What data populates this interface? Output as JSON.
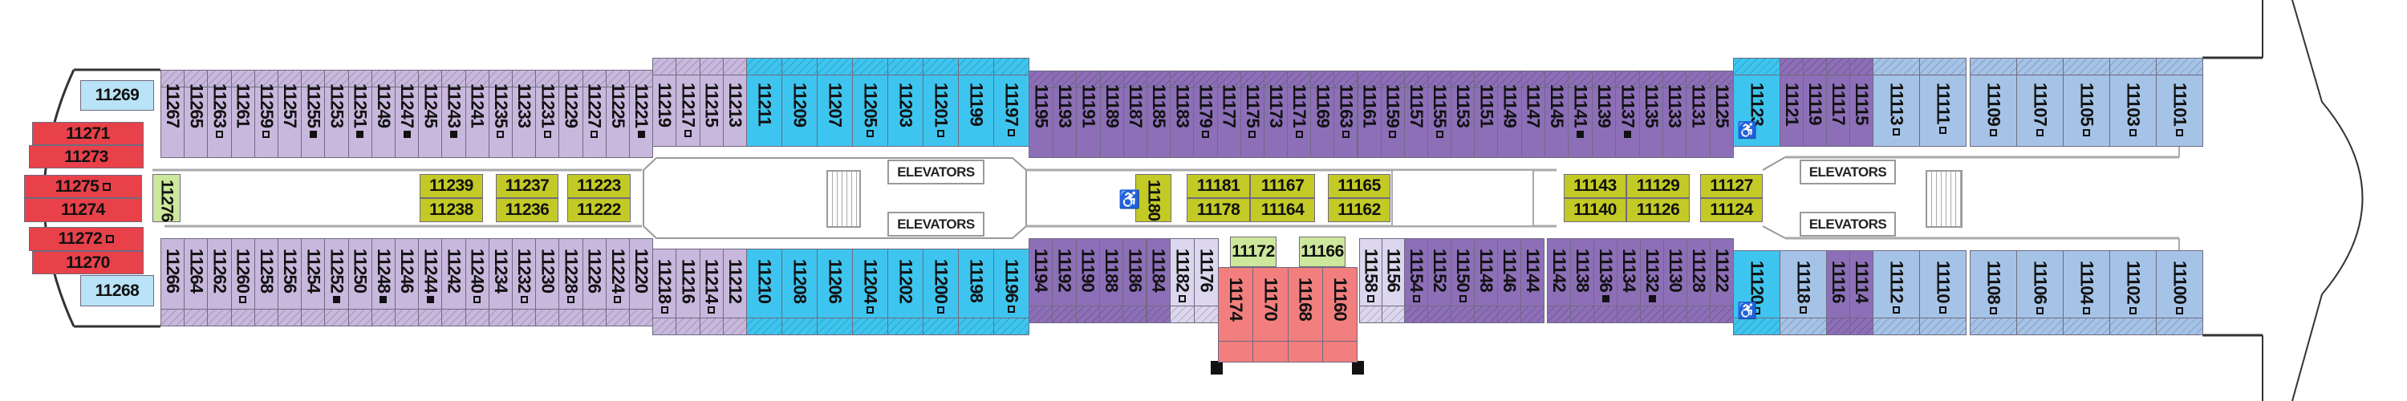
{
  "colors": {
    "light_purple": "#c9b8dd",
    "dark_purple": "#8d6fb8",
    "cyan": "#3ec5ef",
    "light_blue": "#a5c3e7",
    "pale_blue": "#b9e3f6",
    "red": "#e8414a",
    "salmon": "#f27e7e",
    "olive": "#c3ca26",
    "light_green": "#cde79c",
    "lavender": "#dcd7ee"
  },
  "elevators_label": "ELEVATORS",
  "top_groups": [
    {
      "id": "tl1",
      "color": "light_purple",
      "cabins": [
        "11267",
        "11265",
        "11263",
        "11261",
        "11259"
      ]
    },
    {
      "id": "tl2",
      "color": "light_purple",
      "cabins": [
        "11257",
        "11255",
        "11253",
        "11251",
        "11249",
        "11247",
        "11245",
        "11243",
        "11241",
        "11235",
        "11233",
        "11231",
        "11229",
        "11227",
        "11225",
        "11221"
      ]
    },
    {
      "id": "tl3",
      "color": "light_purple",
      "cabins": [
        "11219",
        "11217",
        "11215",
        "11213"
      ]
    },
    {
      "id": "tblue",
      "color": "cyan",
      "cabins": [
        "11211",
        "11209",
        "11207",
        "11205",
        "11203",
        "11201",
        "11199",
        "11197"
      ]
    },
    {
      "id": "tp1",
      "color": "dark_purple",
      "cabins": [
        "11195",
        "11193",
        "11191",
        "11189"
      ]
    },
    {
      "id": "tp2",
      "color": "dark_purple",
      "cabins": [
        "11187",
        "11185",
        "11183",
        "11179",
        "11177",
        "11175",
        "11173",
        "11171",
        "11169",
        "11163",
        "11161",
        "11159",
        "11157",
        "11155",
        "11153",
        "11151",
        "11149",
        "11147"
      ]
    },
    {
      "id": "tp3",
      "color": "dark_purple",
      "cabins": [
        "11145",
        "11141",
        "11139",
        "11137",
        "11135",
        "11133",
        "11131",
        "11125"
      ]
    },
    {
      "id": "tcyan",
      "color": "cyan",
      "cabins": [
        "11123"
      ]
    },
    {
      "id": "tp4",
      "color": "dark_purple",
      "cabins": [
        "11121",
        "11119",
        "11117",
        "11115"
      ]
    },
    {
      "id": "tlb1",
      "color": "light_blue",
      "cabins": [
        "11113",
        "11111"
      ]
    },
    {
      "id": "tlb2",
      "color": "light_blue",
      "cabins": [
        "11109",
        "11107",
        "11105",
        "11103",
        "11101"
      ]
    }
  ],
  "bottom_groups": [
    {
      "id": "bl1",
      "color": "light_purple",
      "cabins": [
        "11266",
        "11264",
        "11262",
        "11260",
        "11258"
      ]
    },
    {
      "id": "bl2",
      "color": "light_purple",
      "cabins": [
        "11256",
        "11254",
        "11252",
        "11250",
        "11248",
        "11246",
        "11244",
        "11242",
        "11240",
        "11234",
        "11232",
        "11230",
        "11228",
        "11226",
        "11224",
        "11220"
      ]
    },
    {
      "id": "bl3",
      "color": "light_purple",
      "cabins": [
        "11218",
        "11216",
        "11214",
        "11212"
      ]
    },
    {
      "id": "bblue",
      "color": "cyan",
      "cabins": [
        "11210",
        "11208",
        "11206",
        "11204",
        "11202",
        "11200",
        "11198",
        "11196"
      ]
    },
    {
      "id": "bp1",
      "color": "dark_purple",
      "cabins": [
        "11194",
        "11192",
        "11190",
        "11188",
        "11186",
        "11184"
      ]
    },
    {
      "id": "blav1",
      "color": "lavender",
      "cabins": [
        "11182",
        "11176"
      ]
    },
    {
      "id": "bred",
      "color": "salmon",
      "cabins": [
        "11174",
        "11170",
        "11168",
        "11160"
      ]
    },
    {
      "id": "blav2",
      "color": "lavender",
      "cabins": [
        "11158",
        "11156"
      ]
    },
    {
      "id": "bp2",
      "color": "dark_purple",
      "cabins": [
        "11154",
        "11152",
        "11150",
        "11148",
        "11146",
        "11144"
      ]
    },
    {
      "id": "bp3",
      "color": "dark_purple",
      "cabins": [
        "11142",
        "11138",
        "11136",
        "11134",
        "11132",
        "11130",
        "11128",
        "11122"
      ]
    },
    {
      "id": "bcyan",
      "color": "cyan",
      "cabins": [
        "11120"
      ]
    },
    {
      "id": "blb0",
      "color": "light_blue",
      "cabins": [
        "11118"
      ]
    },
    {
      "id": "bp4",
      "color": "dark_purple",
      "cabins": [
        "11116",
        "11114"
      ]
    },
    {
      "id": "blb1",
      "color": "light_blue",
      "cabins": [
        "11112",
        "11110"
      ]
    },
    {
      "id": "blb2",
      "color": "light_blue",
      "cabins": [
        "11108",
        "11106",
        "11104",
        "11102",
        "11100"
      ]
    }
  ],
  "markers": {
    "11263": "open",
    "11259": "open",
    "11255": "filled",
    "11251": "filled",
    "11247": "filled",
    "11243": "filled",
    "11235": "open",
    "11231": "open",
    "11227": "open",
    "11221": "filled",
    "11217": "open",
    "11205": "open",
    "11201": "open",
    "11197": "open",
    "11179": "open",
    "11175": "open",
    "11171": "open",
    "11163": "open",
    "11159": "open",
    "11155": "open",
    "11141": "filled",
    "11137": "filled",
    "11113": "open",
    "11111": "open",
    "11109": "open",
    "11107": "open",
    "11105": "open",
    "11103": "open",
    "11101": "open",
    "11260": "open",
    "11252": "filled",
    "11248": "filled",
    "11244": "filled",
    "11240": "open",
    "11232": "open",
    "11228": "open",
    "11224": "open",
    "11218": "open",
    "11214": "open",
    "11204": "open",
    "11200": "open",
    "11196": "open",
    "11182": "open",
    "11158": "open",
    "11154": "open",
    "11150": "open",
    "11136": "filled",
    "11132": "filled",
    "11120": "open",
    "11118": "open",
    "11112": "open",
    "11110": "open",
    "11108": "open",
    "11106": "open",
    "11104": "open",
    "11102": "open",
    "11100": "open"
  },
  "accessible_cabins": [
    "11123",
    "11120",
    "11180"
  ],
  "stern_cabins": {
    "c11269": "11269",
    "c11271": "11271",
    "c11273": "11273",
    "c11275": "11275",
    "c11274": "11274",
    "c11272": "11272",
    "c11270": "11270",
    "c11268": "11268"
  },
  "stern_markers": {
    "c11275": "open",
    "c11272": "open"
  },
  "inside_cabins": {
    "c11276": "11276",
    "c11239": "11239",
    "c11238": "11238",
    "c11237": "11237",
    "c11236": "11236",
    "c11223": "11223",
    "c11222": "11222",
    "c11180": "11180",
    "c11181": "11181",
    "c11178": "11178",
    "c11167": "11167",
    "c11164": "11164",
    "c11165": "11165",
    "c11162": "11162",
    "c11143": "11143",
    "c11140": "11140",
    "c11129": "11129",
    "c11126": "11126",
    "c11127": "11127",
    "c11124": "11124",
    "c11172": "11172",
    "c11166": "11166"
  }
}
